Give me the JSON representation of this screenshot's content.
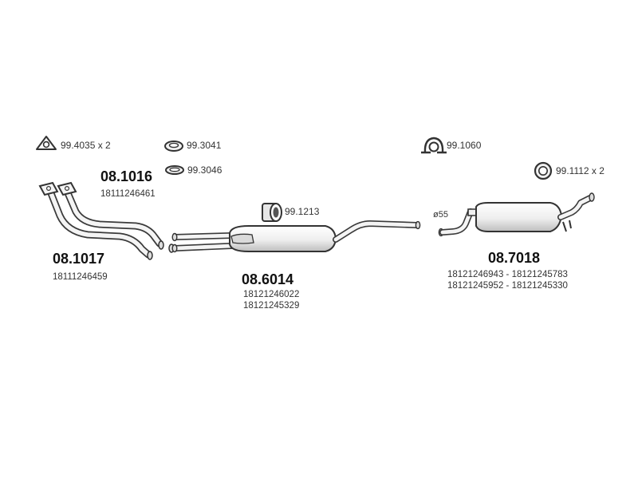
{
  "gaskets": {
    "triangle": "99.4035 x 2",
    "ring_a": "99.3041",
    "ring_b": "99.3046",
    "clamp_mid": "99.1213",
    "clamp_rear": "99.1060",
    "ring_rear": "99.1112 x 2"
  },
  "parts": {
    "front_upper": {
      "number": "08.1016",
      "oem": [
        "18111246461"
      ]
    },
    "front_lower": {
      "number": "08.1017",
      "oem": [
        "18111246459"
      ]
    },
    "middle": {
      "number": "08.6014",
      "oem": [
        "18121246022",
        "18121245329"
      ]
    },
    "rear": {
      "number": "08.7018",
      "oem": [
        "18121246943 - 18121245783",
        "18121245952 - 18121245330"
      ],
      "diameter": "ø55"
    }
  },
  "colors": {
    "line": "#3a3a3a",
    "fill": "#f4f4f4",
    "shade": "#cfcfcf"
  }
}
